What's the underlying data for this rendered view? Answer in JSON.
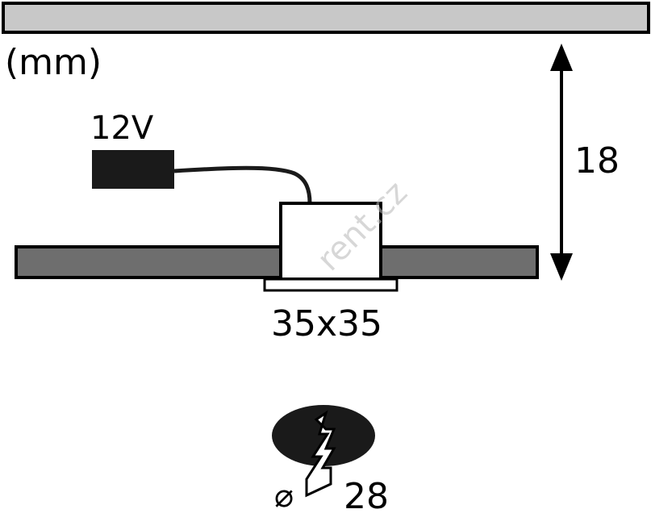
{
  "units_label": "(mm)",
  "voltage_label": "12V",
  "height_label": "18",
  "size_label": "35x35",
  "diameter_symbol": "⌀",
  "diameter_value": "28",
  "watermark_text": "rent.cz",
  "colors": {
    "ceiling": "#c8c8c8",
    "panel": "#6e6e6e",
    "outline": "#000000",
    "driver": "#1a1a1a"
  },
  "icons": [
    "arrow-up-icon",
    "arrow-down-icon",
    "drill-bit-icon",
    "diameter-icon"
  ]
}
